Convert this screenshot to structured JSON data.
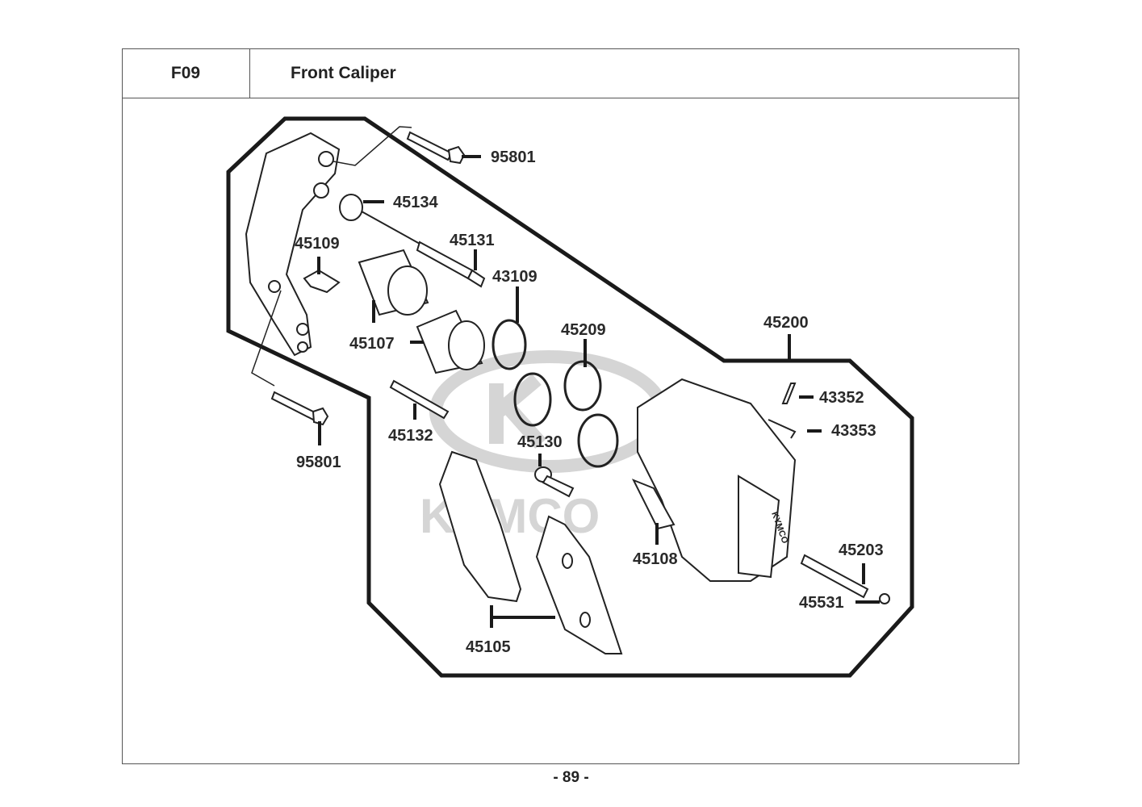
{
  "header": {
    "code": "F09",
    "title": "Front Caliper"
  },
  "watermark": {
    "brand": "KYMCO"
  },
  "caliper_stamp": "KYMCO",
  "parts": [
    {
      "id": "p1",
      "number": "95801",
      "name": "bolt-upper"
    },
    {
      "id": "p2",
      "number": "45134",
      "name": "boot"
    },
    {
      "id": "p3",
      "number": "45109",
      "name": "pad-spring-clip"
    },
    {
      "id": "p4",
      "number": "45131",
      "name": "slide-pin"
    },
    {
      "id": "p5",
      "number": "43109",
      "name": "piston-seal"
    },
    {
      "id": "p6",
      "number": "45107",
      "name": "piston"
    },
    {
      "id": "p7",
      "number": "45209",
      "name": "dust-seal"
    },
    {
      "id": "p8",
      "number": "45200",
      "name": "caliper-assembly"
    },
    {
      "id": "p9",
      "number": "43352",
      "name": "bleeder-screw"
    },
    {
      "id": "p10",
      "number": "43353",
      "name": "bleeder-cap"
    },
    {
      "id": "p11",
      "number": "45132",
      "name": "pin-bolt"
    },
    {
      "id": "p12",
      "number": "45130",
      "name": "pin"
    },
    {
      "id": "p13",
      "number": "95801",
      "name": "bolt-lower"
    },
    {
      "id": "p14",
      "number": "45108",
      "name": "pad-spring"
    },
    {
      "id": "p15",
      "number": "45203",
      "name": "pad-pin"
    },
    {
      "id": "p16",
      "number": "45531",
      "name": "plug"
    },
    {
      "id": "p17",
      "number": "45105",
      "name": "brake-pads"
    }
  ],
  "footer": {
    "page": "- 89 -"
  }
}
